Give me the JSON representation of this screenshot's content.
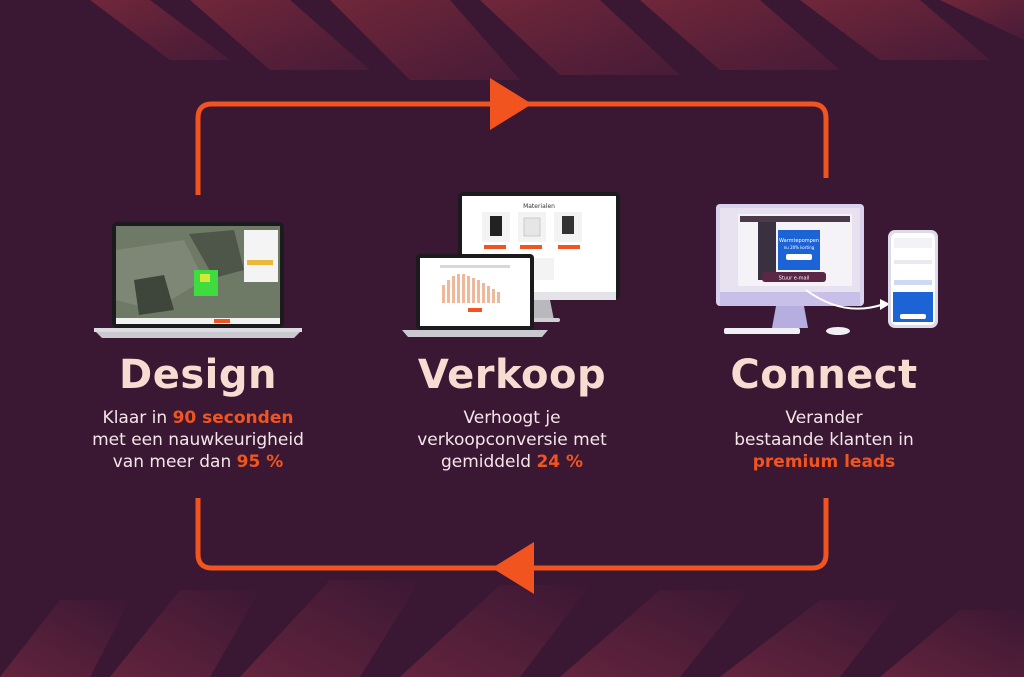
{
  "colors": {
    "background": "#3a1833",
    "accent": "#f2541f",
    "heading": "#f7dcd2",
    "text": "#f4e6e8"
  },
  "design": {
    "title": "Design",
    "line1_pre": "Klaar in ",
    "line1_hl": "90 seconden",
    "line2": "met een nauwkeurigheid",
    "line3_pre": "van meer dan ",
    "line3_hl": "95 %"
  },
  "verkoop": {
    "title": "Verkoop",
    "line1": "Verhoogt je",
    "line2": "verkoopconversie met",
    "line3_pre": "gemiddeld ",
    "line3_hl": "24 %",
    "monitor_heading": "Materialen"
  },
  "connect": {
    "title": "Connect",
    "line1": "Verander",
    "line2": "bestaande klanten in",
    "line3_hl": "premium leads",
    "popup_text": "Warmtepompen",
    "popup_sub": "nu 20% korting",
    "email_button": "Stuur e-mail"
  }
}
